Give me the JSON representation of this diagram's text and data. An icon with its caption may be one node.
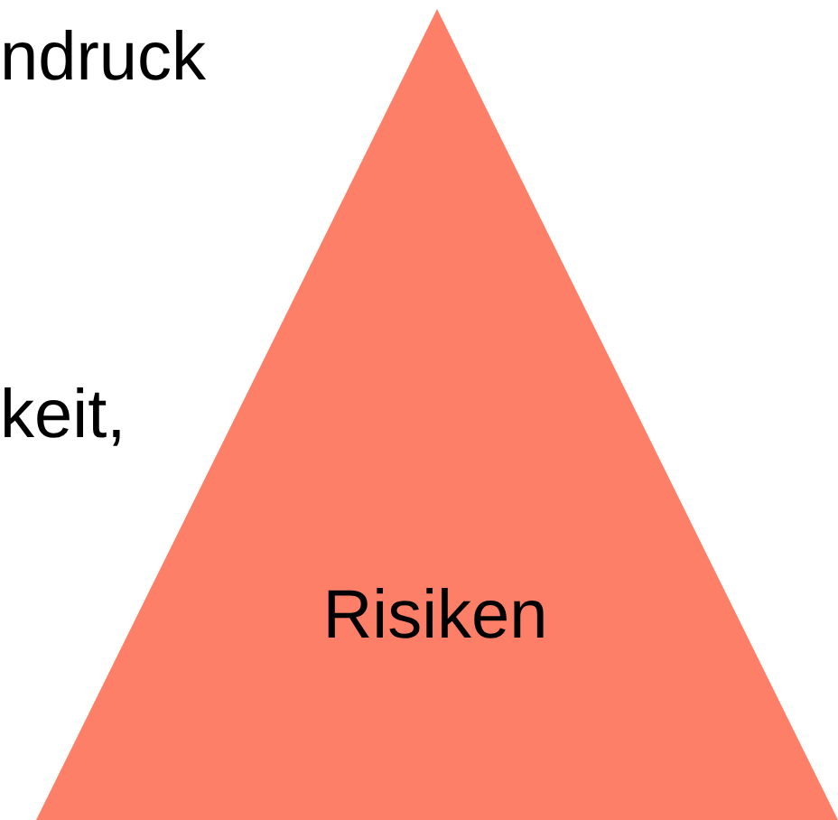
{
  "diagram": {
    "nodes": [
      {
        "text": [
          "Risiken"
        ]
      }
    ],
    "edges": [],
    "labels": [
      "ndruck",
      "keit,"
    ]
  }
}
